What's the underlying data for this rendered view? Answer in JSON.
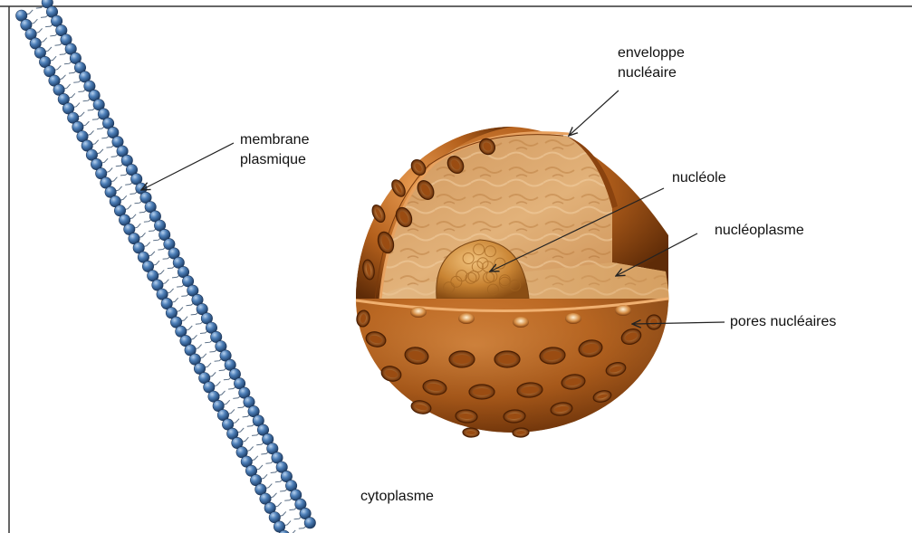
{
  "labels": {
    "membrane_line1": "membrane",
    "membrane_line2": "plasmique",
    "envelope_line1": "enveloppe",
    "envelope_line2": "nucléaire",
    "nucleolus": "nucléole",
    "nucleoplasm": "nucléoplasme",
    "pores": "pores nucléaires",
    "cytoplasm": "cytoplasme"
  },
  "colors": {
    "phospholipid_head": "#3d6fa8",
    "nucleus_shell": "#b4601c",
    "nucleoplasm": "#d9a369",
    "frame_line": "#333333"
  }
}
